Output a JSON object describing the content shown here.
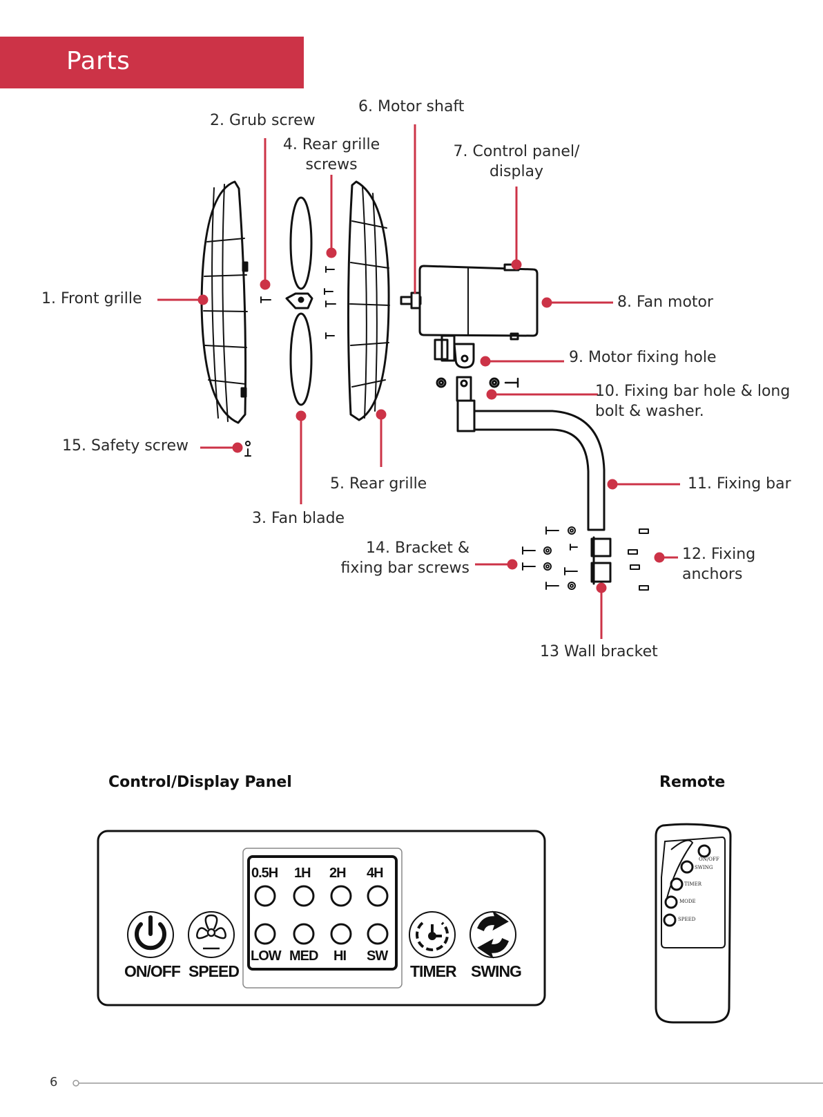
{
  "header": {
    "title": "Parts"
  },
  "parts": {
    "p1": "1. Front grille",
    "p2": "2. Grub screw",
    "p3": "3. Fan blade",
    "p4_line1": "4. Rear grille",
    "p4_line2": "screws",
    "p5": "5. Rear grille",
    "p6": "6. Motor shaft",
    "p7_line1": "7. Control panel/",
    "p7_line2": "display",
    "p8": "8. Fan motor",
    "p9": "9. Motor fixing hole",
    "p10_line1": "10. Fixing bar hole & long",
    "p10_line2": "bolt & washer.",
    "p11": "11. Fixing bar",
    "p12_line1": "12. Fixing",
    "p12_line2": "anchors",
    "p13": "13 Wall bracket",
    "p14_line1": "14. Bracket &",
    "p14_line2": "fixing bar screws",
    "p15": "15. Safety screw"
  },
  "control_panel": {
    "title": "Control/Display Panel",
    "buttons": {
      "onoff": "ON/OFF",
      "speed": "SPEED",
      "timer": "TIMER",
      "swing": "SWING"
    },
    "timer_labels": [
      "0.5H",
      "1H",
      "2H",
      "4H"
    ],
    "speed_labels": [
      "LOW",
      "MED",
      "HI",
      "SW"
    ]
  },
  "remote": {
    "title": "Remote",
    "buttons": [
      "ON/OFF",
      "SWING",
      "TIMER",
      "MODE",
      "SPEED"
    ]
  },
  "footer": {
    "page_number": "6"
  },
  "colors": {
    "accent": "#cc3347",
    "line": "#111111"
  }
}
